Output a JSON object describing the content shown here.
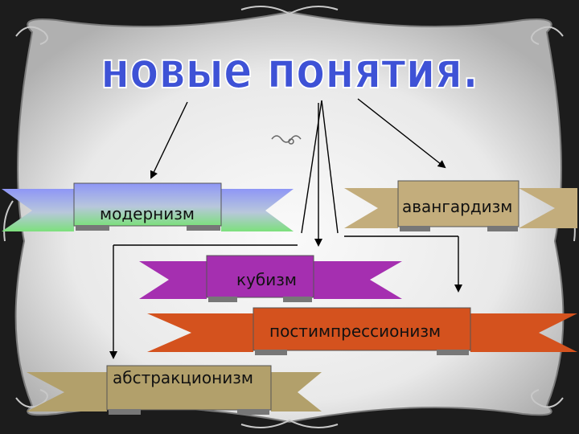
{
  "title": "новые понятия.",
  "ribbons": [
    {
      "id": "modernism",
      "label": "модернизм",
      "color": "#9fa8f0"
    },
    {
      "id": "avantgarde",
      "label": "авангардизм",
      "color": "#c3ad7c"
    },
    {
      "id": "cubism",
      "label": "кубизм",
      "color": "#a52fb0"
    },
    {
      "id": "postimpressionism",
      "label": "постимпрессионизм",
      "color": "#d4521e"
    },
    {
      "id": "abstractionism",
      "label": "абстракционизм",
      "color": "#b2a06b"
    }
  ],
  "colors": {
    "title_fill": "#3e52d6",
    "title_stroke": "#ffffff",
    "background_dark": "#1c1c1c",
    "panel_light": "#f3f3f3",
    "arrow": "#000000"
  }
}
